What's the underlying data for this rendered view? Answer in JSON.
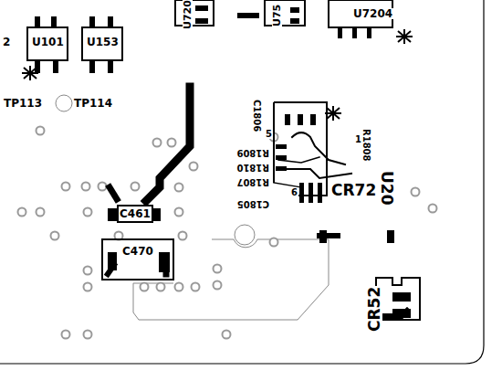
{
  "diagram": {
    "nodes": [
      {
        "text": [
          "C461"
        ]
      },
      {
        "text": [
          "C470"
        ]
      }
    ],
    "labels": [
      "2",
      "U101",
      "U153",
      "U720",
      "U75",
      "U7204",
      "TP113",
      "TP114",
      "C1806",
      "R1808",
      "1",
      "5",
      "R1809",
      "R1810",
      "R1807",
      "C1805",
      "6",
      "CR72",
      "U20",
      "CR52"
    ]
  }
}
